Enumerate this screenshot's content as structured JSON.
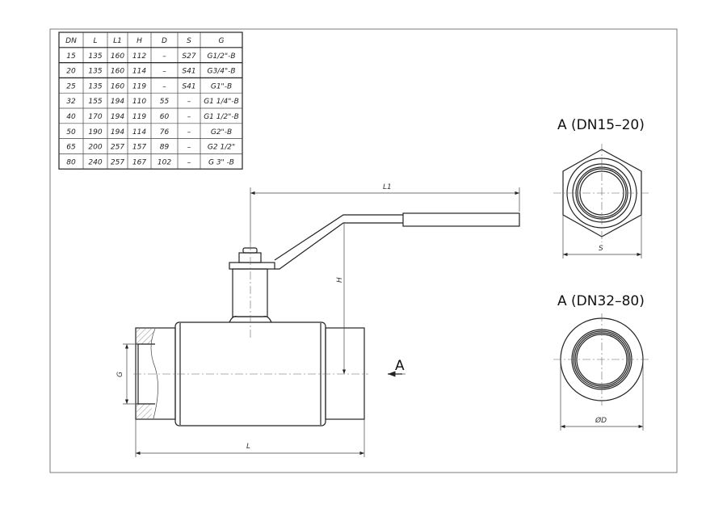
{
  "table": {
    "headers": [
      "DN",
      "L",
      "L1",
      "H",
      "D",
      "S",
      "G"
    ],
    "rows": [
      [
        "15",
        "135",
        "160",
        "112",
        "–",
        "S27",
        "G1/2\"-B"
      ],
      [
        "20",
        "135",
        "160",
        "114",
        "–",
        "S41",
        "G3/4\"-B"
      ],
      [
        "25",
        "135",
        "160",
        "119",
        "–",
        "S41",
        "G1\"-B"
      ],
      [
        "32",
        "155",
        "194",
        "110",
        "55",
        "–",
        "G1 1/4\"-B"
      ],
      [
        "40",
        "170",
        "194",
        "119",
        "60",
        "–",
        "G1 1/2\"-B"
      ],
      [
        "50",
        "190",
        "194",
        "114",
        "76",
        "–",
        "G2\"-B"
      ],
      [
        "65",
        "200",
        "257",
        "157",
        "89",
        "–",
        "G2 1/2\""
      ],
      [
        "80",
        "240",
        "257",
        "167",
        "102",
        "–",
        "G 3\" -B"
      ]
    ]
  },
  "dimensions": {
    "l1": "L1",
    "h": "H",
    "l": "L",
    "g": "G",
    "s": "S",
    "d": "ØD"
  },
  "view_marker": "A",
  "views": {
    "hex_title": "A (DN15–20)",
    "round_title": "A (DN32–80)"
  }
}
